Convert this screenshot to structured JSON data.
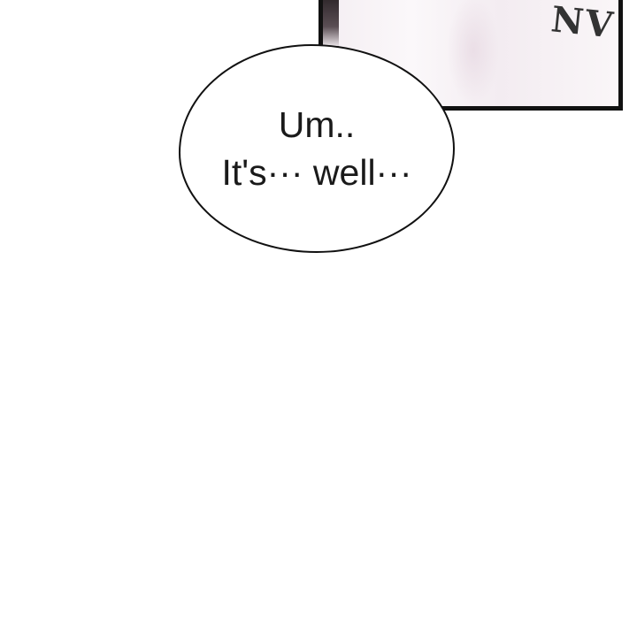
{
  "panel": {
    "sign_text": "NV"
  },
  "speech_bubble": {
    "lines": [
      "Um..",
      "It's··· well···"
    ]
  }
}
